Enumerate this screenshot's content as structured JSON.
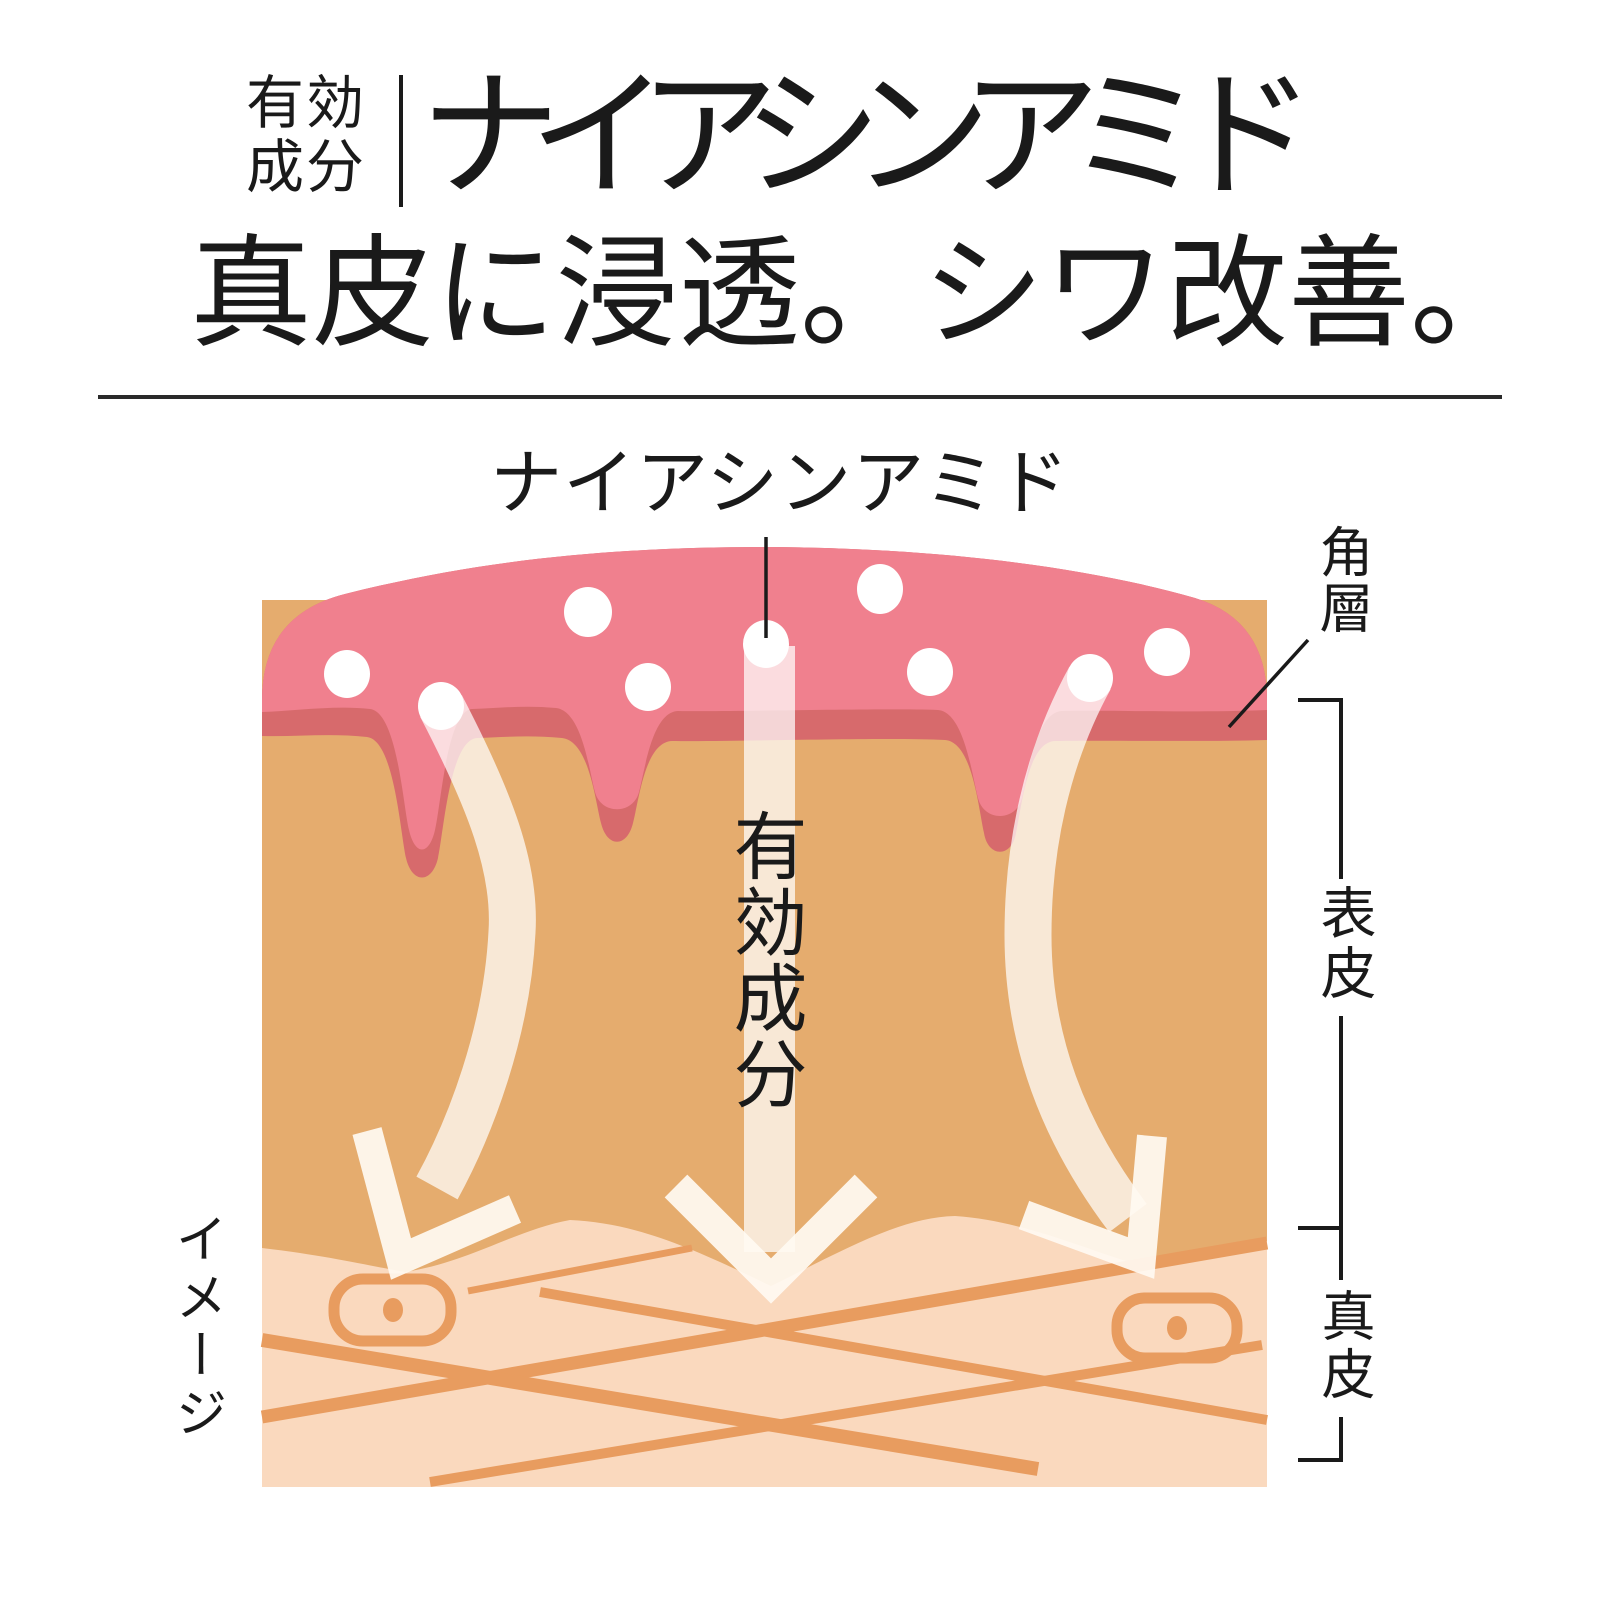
{
  "header": {
    "ingredient_label_line1": "有効",
    "ingredient_label_line2": "成分",
    "title": "ナイアシンアミド",
    "subtitle": "真皮に浸透。シワ改善。"
  },
  "diagram": {
    "title": "ナイアシンアミド",
    "center_label": "有効成分",
    "side_caption": "イメージ",
    "layers": {
      "stratum_corneum": "角層",
      "epidermis": "表皮",
      "dermis": "真皮"
    }
  },
  "colors": {
    "pink_light": "#F0808E",
    "pink_dark": "#D76A6C",
    "epidermis_tan": "#E5AC6E",
    "dermis_peach": "#FAD9BE",
    "fiber_orange": "#E89C5F",
    "dot_white": "#FFFFFF",
    "stream_white": "rgba(255,255,255,0.72)",
    "arrow_cream": "rgba(255,250,242,0.92)",
    "line_black": "#1A1A1A",
    "text_black": "#1A1A1A"
  }
}
